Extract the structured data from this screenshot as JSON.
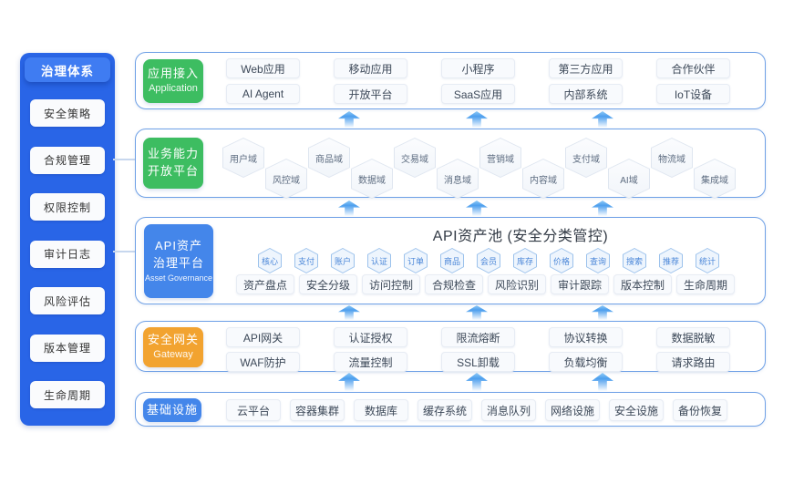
{
  "sidebar": {
    "title": "治理体系",
    "items": [
      "安全策略",
      "合规管理",
      "权限控制",
      "审计日志",
      "风险评估",
      "版本管理",
      "生命周期"
    ]
  },
  "layers": {
    "application": {
      "label_cn": "应用接入",
      "label_en": "Application",
      "items": [
        "Web应用",
        "移动应用",
        "小程序",
        "第三方应用",
        "合作伙伴",
        "AI Agent",
        "开放平台",
        "SaaS应用",
        "内部系统",
        "IoT设备"
      ]
    },
    "business": {
      "label_line1": "业务能力",
      "label_line2": "开放平台",
      "domains": [
        "用户域",
        "风控域",
        "商品域",
        "数据域",
        "交易域",
        "消息域",
        "营销域",
        "内容域",
        "支付域",
        "AI域",
        "物流域",
        "集成域"
      ]
    },
    "asset": {
      "label_line1": "API资产",
      "label_line2": "治理平台",
      "label_en": "Asset Governance",
      "pool_title": "API资产池 (安全分类管控)",
      "categories": [
        "核心",
        "支付",
        "账户",
        "认证",
        "订单",
        "商品",
        "会员",
        "库存",
        "价格",
        "查询",
        "搜索",
        "推荐",
        "统计"
      ],
      "capabilities": [
        "资产盘点",
        "安全分级",
        "访问控制",
        "合规检查",
        "风险识别",
        "审计跟踪",
        "版本控制",
        "生命周期"
      ]
    },
    "gateway": {
      "label_cn": "安全网关",
      "label_en": "Gateway",
      "items": [
        "API网关",
        "认证授权",
        "限流熔断",
        "协议转换",
        "数据脱敏",
        "WAF防护",
        "流量控制",
        "SSL卸载",
        "负载均衡",
        "请求路由"
      ]
    },
    "infrastructure": {
      "label_cn": "基础设施",
      "items": [
        "云平台",
        "容器集群",
        "数据库",
        "缓存系统",
        "消息队列",
        "网络设施",
        "安全设施",
        "备份恢复"
      ]
    }
  },
  "colors": {
    "sidebar_bg": "#2965e7",
    "sidebar_header_bg": "#3f7cf2",
    "green": "#3dbd61",
    "blue": "#4486ea",
    "orange": "#f2a330",
    "layer_border": "#6ea0e6",
    "arrow": "#4d9fee",
    "box_bg": "#f8fafd",
    "box_border": "#e7ecf4",
    "hex_border": "#9cc2ec",
    "hex_text": "#4a86d8",
    "connector": "#c7d7ee"
  }
}
